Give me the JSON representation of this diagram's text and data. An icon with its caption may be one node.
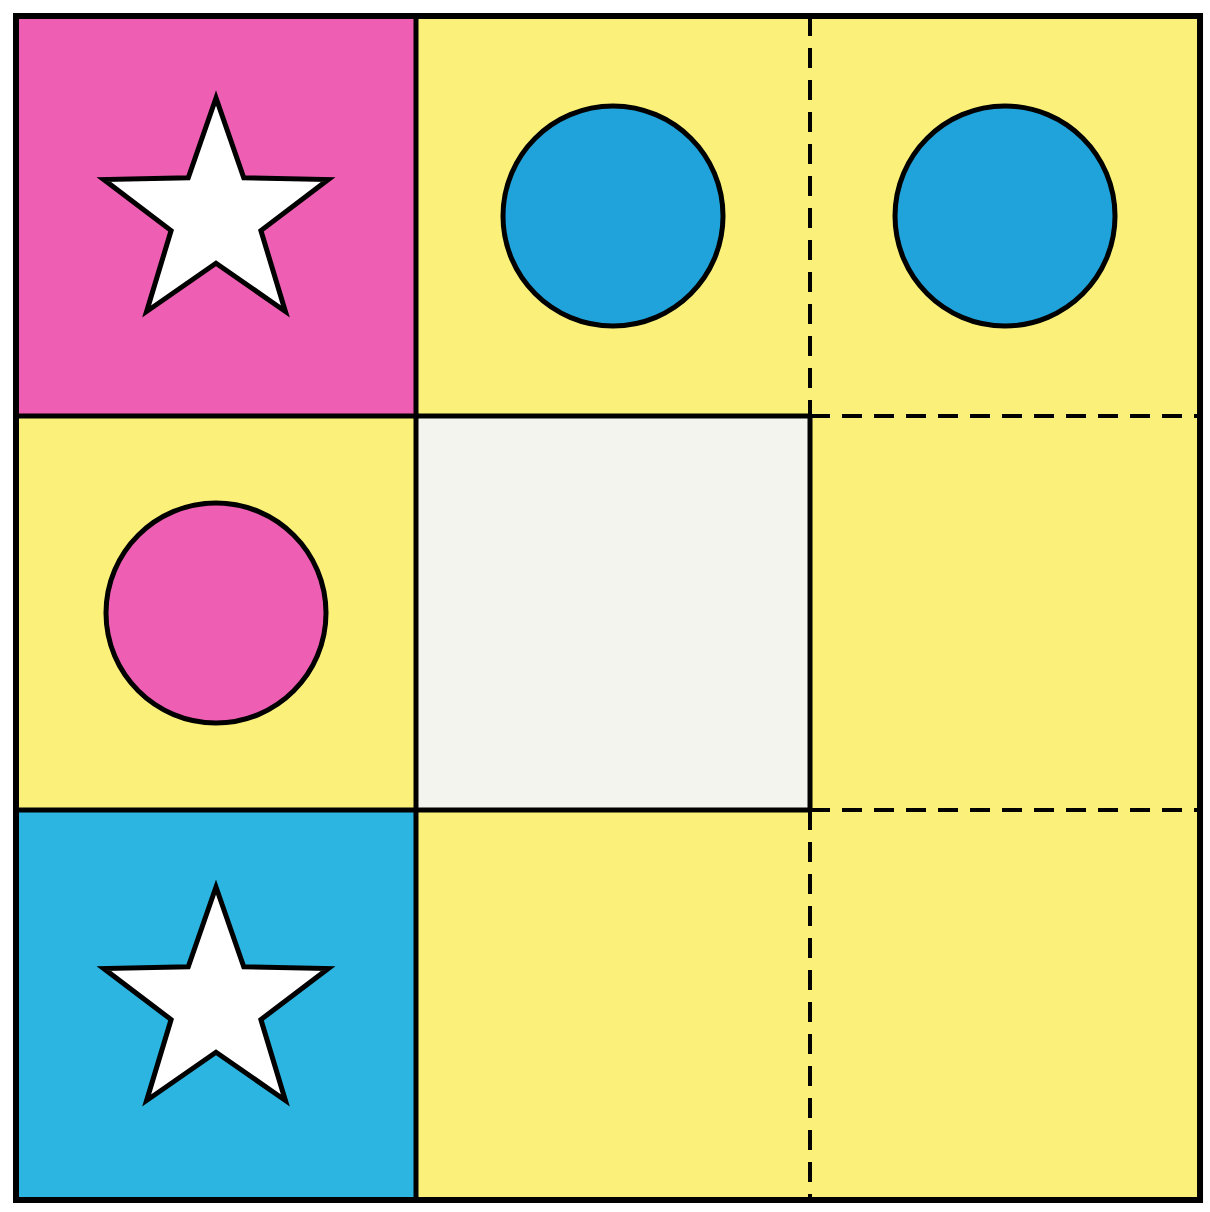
{
  "diagram": {
    "nodes": [
      {
        "text": [],
        "shape": "box"
      },
      {
        "text": [],
        "shape": "star",
        "in": 0
      },
      {
        "text": [],
        "shape": "box"
      },
      {
        "text": [],
        "shape": "circle",
        "in": 2
      },
      {
        "text": [],
        "shape": "box"
      },
      {
        "text": [],
        "shape": "circle",
        "in": 4
      },
      {
        "text": [],
        "shape": "box"
      },
      {
        "text": [],
        "shape": "circle",
        "in": 6
      },
      {
        "text": [],
        "shape": "box"
      },
      {
        "text": [],
        "shape": "box"
      },
      {
        "text": [],
        "shape": "box"
      },
      {
        "text": [],
        "shape": "star",
        "in": 10
      },
      {
        "text": [],
        "shape": "box"
      },
      {
        "text": [],
        "shape": "box"
      }
    ]
  }
}
